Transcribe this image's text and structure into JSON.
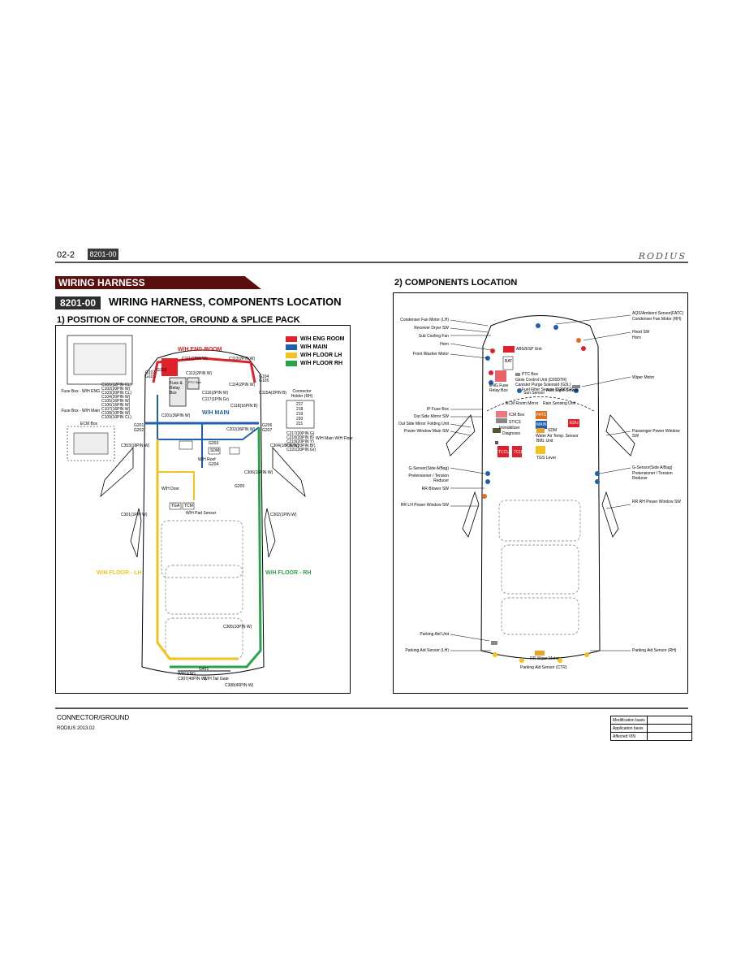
{
  "header": {
    "page_number": "02-2",
    "code": "8201-00",
    "brand": "RODIUS"
  },
  "banner": "WIRING HARNESS",
  "section": {
    "badge": "8201-00",
    "title": "WIRING HARNESS, COMPONENTS LOCATION"
  },
  "left_panel": {
    "title": "1) POSITION OF CONNECTOR, GROUND & SPLICE PACK",
    "legend": [
      {
        "label": "W/H ENG ROOM",
        "color": "#e0202a"
      },
      {
        "label": "W/H MAIN",
        "color": "#1f5fb0"
      },
      {
        "label": "W/H FLOOR LH",
        "color": "#f2c31c"
      },
      {
        "label": "W/H FLOOR RH",
        "color": "#2aa34a"
      }
    ],
    "harness_labels": {
      "eng_room": "W/H ENG ROOM",
      "main": "W/H MAIN",
      "floor_lh": "W/H FLOOR - LH",
      "floor_rh": "W/H FLOOR - RH"
    },
    "fuse_box": "Fuse & Relay Box",
    "ptc_box": "PTC Box",
    "fuse_box_callouts": [
      "Fuse Box - W/H ENG",
      "Fuse Box - W/H Main"
    ],
    "fuse_box_connectors": [
      "C101(12PIN CL)",
      "C102(20PIN W)",
      "C103(20PIN CL)",
      "C104(20PIN W)",
      "C105(16PIN W)",
      "C106(16PIN W)",
      "C107(16PIN W)",
      "C108(10PIN W)",
      "C109(10PIN CL)"
    ],
    "connector_holder_title": "Connector Holder (RH)",
    "connector_holder": [
      "217",
      "218",
      "219",
      "220",
      "221"
    ],
    "holder_connectors": [
      "C217(20PIN G)",
      "C218(20PIN B)",
      "C219(20PIN Y)",
      "C220(20PIN Br)",
      "C221(20PIN Gr)"
    ],
    "grounds": [
      "G101",
      "G102",
      "G103",
      "G104",
      "G105",
      "G201",
      "G202",
      "G203",
      "G204",
      "G205",
      "G206",
      "G207",
      "G401"
    ],
    "connectors_misc": [
      "C111(2PIN W)",
      "C112(2PIN W)",
      "C113(2PIN W)",
      "C114(2PIN W)",
      "C115A(2PIN B)",
      "C116(2PIN W)",
      "C117(1PIN Gr)",
      "C118(16PIN B)",
      "C201(36PIN W)",
      "C202(36PIN W)",
      "C301(1PIN W)",
      "C302(1PIN W)",
      "C303(18PIN W)",
      "C304(18PIN W)",
      "C305(10PIN W)",
      "C306(10PIN W)",
      "C307(40PIN W)",
      "C308(40PIN W)"
    ],
    "ecm_box": "ECM Box",
    "tga": "TGA",
    "tcm": "TCM",
    "sdm": "SDM",
    "side_labels": [
      "W/H Main W/H Floor",
      "W/H Roof",
      "W/H Door",
      "W/H Pad Sensor",
      "W/H Tail Gate",
      "W/H ENG"
    ]
  },
  "right_panel": {
    "title": "2) COMPONENTS LOCATION",
    "left_callouts": [
      "Condenser Fan Motor (LH)",
      "Receiver Dryer SW",
      "Sub Cooling Fan",
      "Horn",
      "Front Washer Motor",
      "IP Fuse Box",
      "Out Side Mirror SW",
      "Out Side Mirror Folding Unit",
      "Power Window Main SW",
      "G-Sensor(Side A/Bag)",
      "Pretensioner / Tension Reducer",
      "RR Blower SW",
      "RR LH Power Window SW",
      "Parking Aid Unit",
      "Parking Aid Sensor (LH)"
    ],
    "right_callouts": [
      "AQS/Ambient Sensor(FATC)",
      "Condenser Fan Motor (RH)",
      "Hood SW",
      "Horn",
      "Wiper Motor",
      "Passenger Power Window SW",
      "G-Sensor(Side A/Bag)",
      "Pretensioner / Tension Reducer",
      "RR RH Power Window SW",
      "Parking Aid Sensor (RH)"
    ],
    "inner_labels": [
      "ABS/ESP Unit",
      "BAT",
      "PTC Box",
      "Glow Control Unit (D20DTR)",
      "Canister Purge Solenoid (G3L)",
      "Fuel Filter Sensor (D20DTR)",
      "ENG Fuse Relay Box",
      "Sun Sensor",
      "Auto Light Sensor",
      "ECM Room Mirror",
      "Rain Sensing Unit",
      "ICM Box",
      "STICS",
      "Immobilizer",
      "Diagnosis",
      "Water Air Temp. Sensor",
      "SDM",
      "BML Unit",
      "TCCU",
      "TCU",
      "TGS Lever",
      "RR Wiper Motor",
      "Parking Aid Sensor (CTR)",
      "FATC",
      "MAIN",
      "EDU"
    ]
  },
  "footer": {
    "title": "CONNECTOR/GROUND",
    "subtitle": "RODIUS 2013.02",
    "info": [
      "Modification basis",
      "Application basis",
      "Affected VIN"
    ]
  }
}
